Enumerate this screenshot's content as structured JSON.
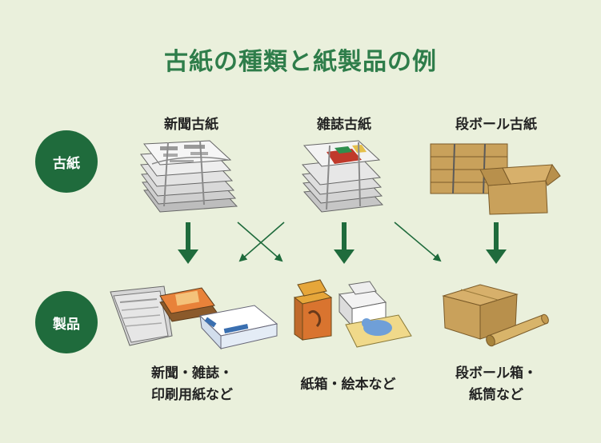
{
  "title": "古紙の種類と紙製品の例",
  "row_labels": {
    "source": "古紙",
    "product": "製品"
  },
  "sources": [
    {
      "label": "新聞古紙"
    },
    {
      "label": "雑誌古紙"
    },
    {
      "label": "段ボール古紙"
    }
  ],
  "products": [
    {
      "line1": "新聞・雑誌・",
      "line2": "印刷用紙など"
    },
    {
      "line1": "紙箱・絵本など",
      "line2": ""
    },
    {
      "line1": "段ボール箱・",
      "line2": "紙筒など"
    }
  ],
  "colors": {
    "background": "#eaf0dc",
    "accent_green": "#1f6b3c",
    "title_green": "#2e7d4a"
  },
  "icons": [
    "newspaper-bundle-icon",
    "magazine-bundle-icon",
    "cardboard-bundle-icon",
    "newspaper-products-icon",
    "paper-box-products-icon",
    "cardboard-box-products-icon"
  ]
}
